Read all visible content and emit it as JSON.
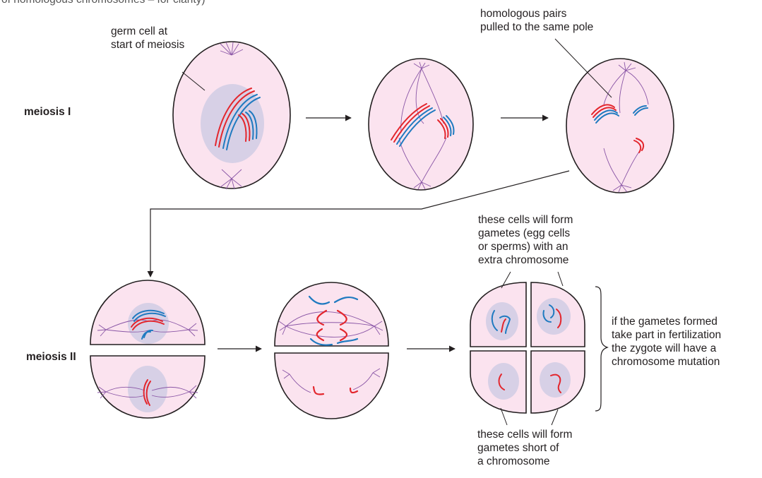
{
  "caption_fragment": "of homologous chromosomes – for clarity)",
  "row_labels": {
    "meiosis1": "meiosis I",
    "meiosis2": "meiosis II"
  },
  "annotations": {
    "germ_cell": "germ cell at\nstart of meiosis",
    "homologous_pairs": "homologous pairs\npulled to the same pole",
    "extra_chromosome": "these cells will form\ngametes (egg cells\nor sperms) with an\nextra chromosome",
    "short_chromosome": "these cells will form\ngametes short of\na chromosome",
    "mutation": "if the gametes formed\ntake part in fertilization\nthe zygote will have a\nchromosome mutation"
  },
  "colors": {
    "cell_fill": "#fbe3ef",
    "nucleus_fill": "#d7d0e6",
    "outline": "#231f20",
    "chromosome_red": "#e3262d",
    "chromosome_blue": "#1f7ac0",
    "spindle": "#8a56a6"
  }
}
